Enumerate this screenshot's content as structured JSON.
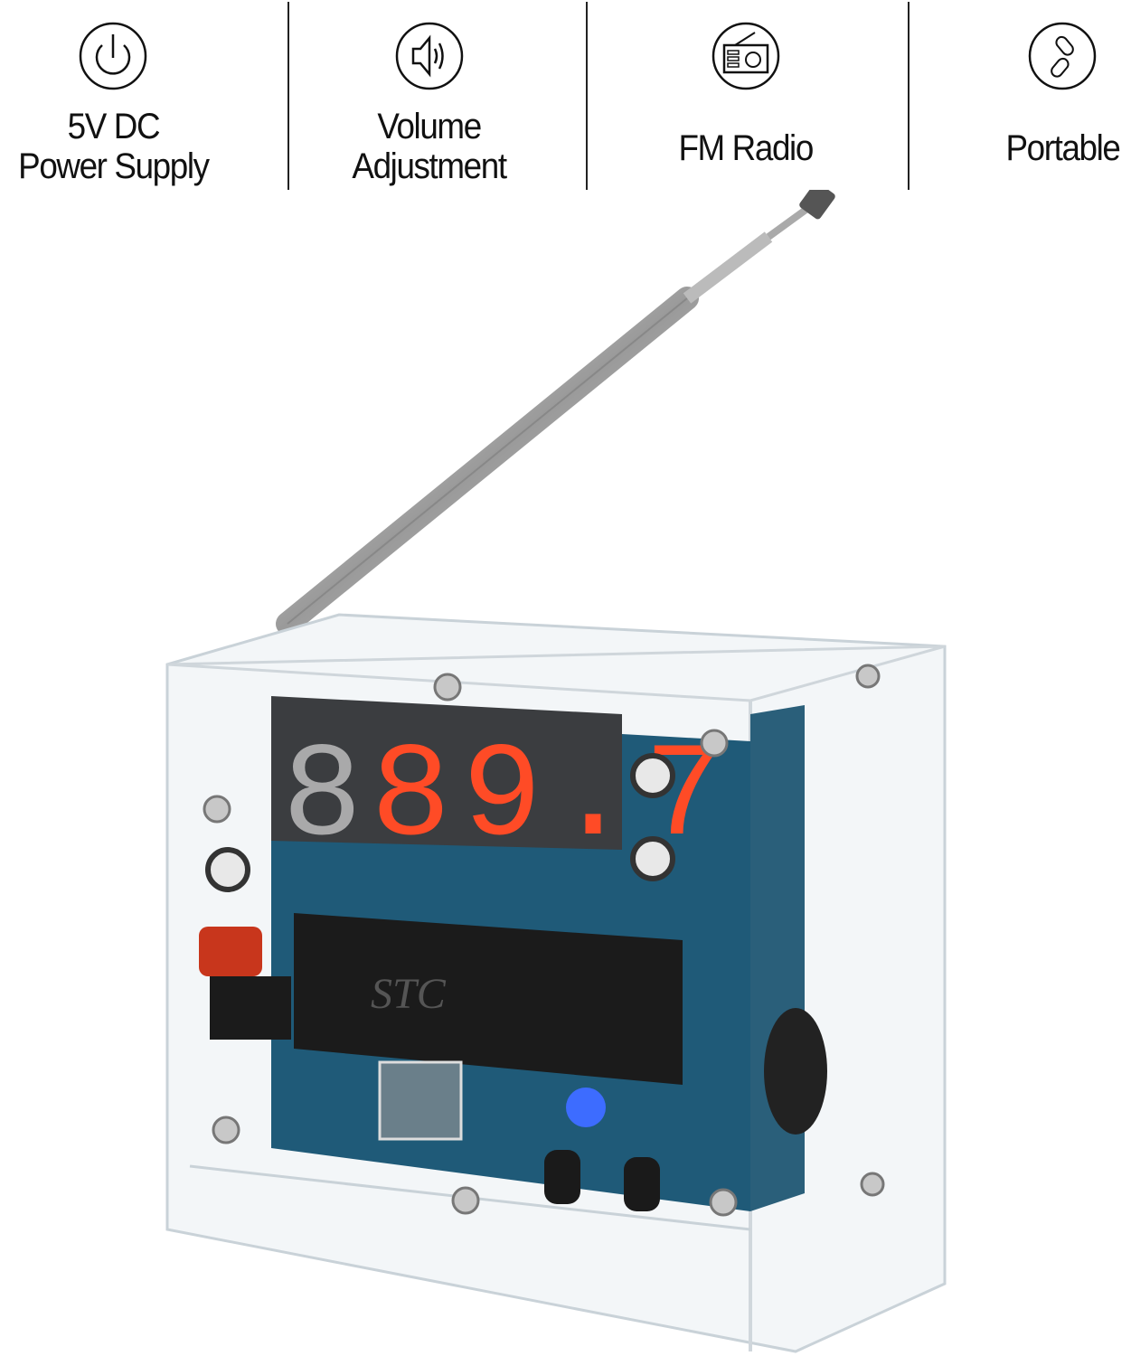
{
  "features": [
    {
      "icon": "power-icon",
      "label_line1": "5V DC",
      "label_line2": "Power Supply"
    },
    {
      "icon": "speaker-volume-icon",
      "label_line1": "Volume",
      "label_line2": "Adjustment"
    },
    {
      "icon": "radio-icon",
      "label_line1": "FM Radio"
    },
    {
      "icon": "capsule-portable-icon",
      "label_line1": "Portable"
    }
  ],
  "product": {
    "display_reading": "89.7",
    "chip_label": "STC",
    "colors": {
      "led": "#ff4b26",
      "pcb": "#1f5a78",
      "display_bg": "#3b3d40"
    }
  }
}
